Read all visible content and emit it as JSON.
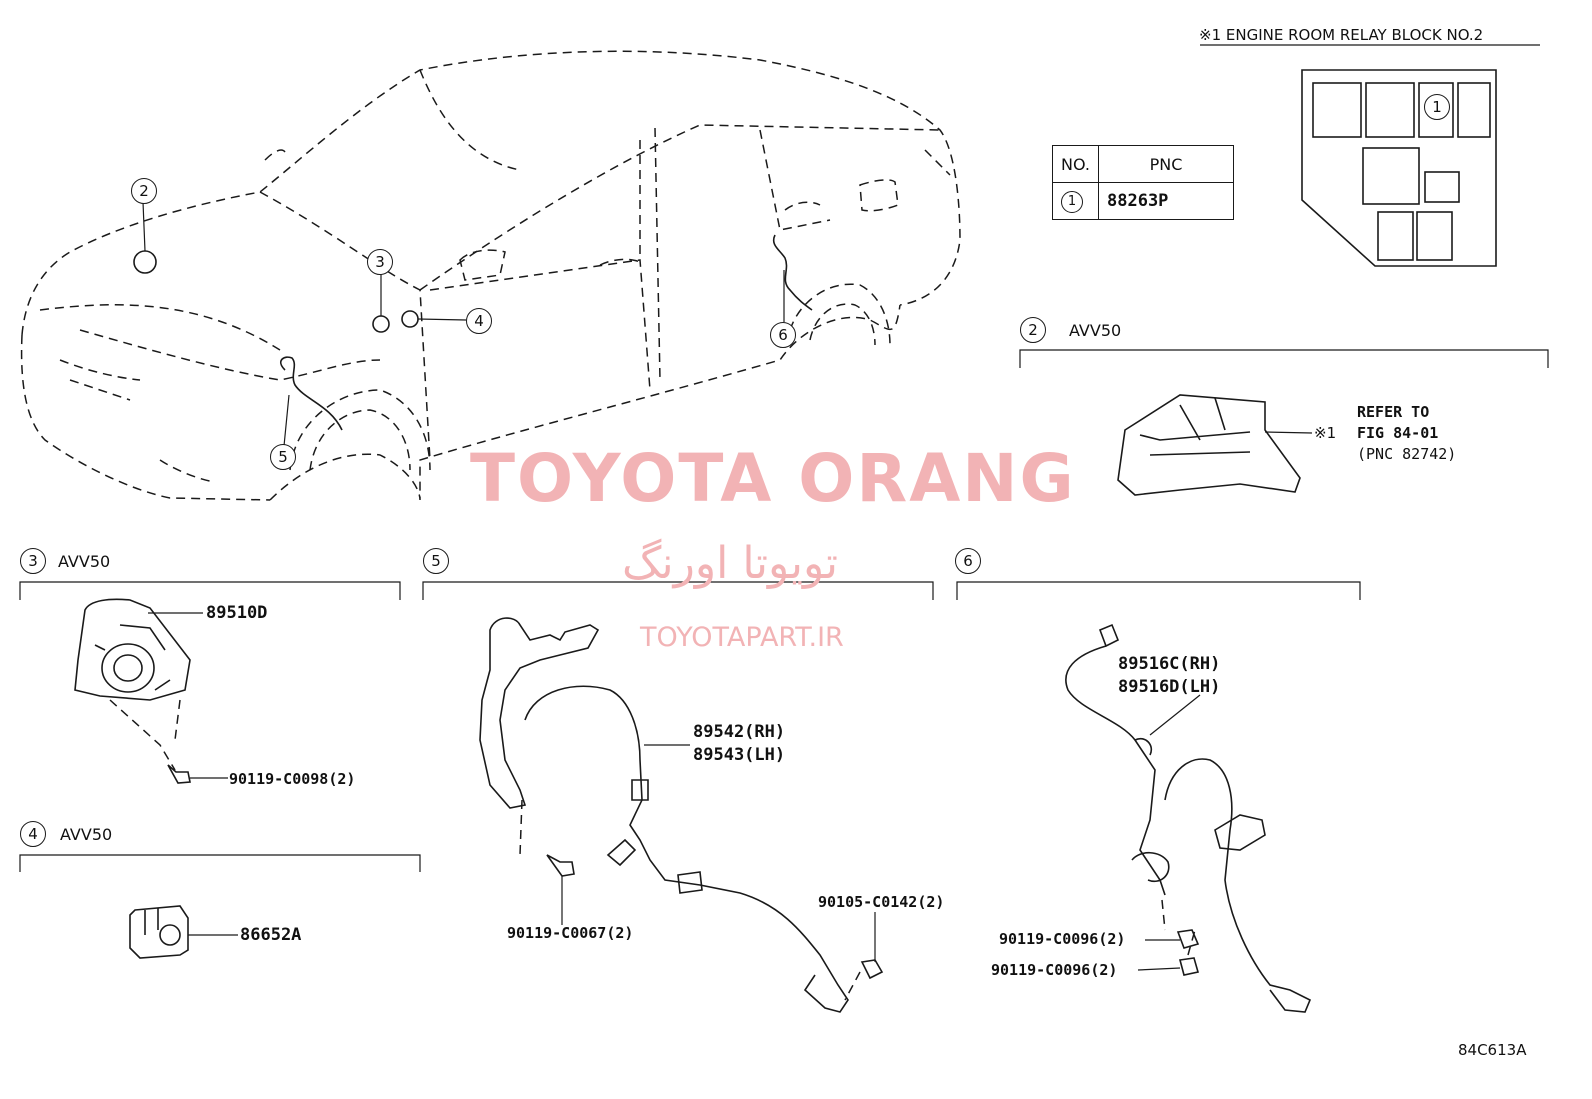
{
  "relay_block": {
    "marker": "※1",
    "title": "ENGINE ROOM RELAY BLOCK NO.2",
    "slot_number": "1"
  },
  "pnc_table": {
    "col_no": "NO.",
    "col_pnc": "PNC",
    "row_no": "1",
    "row_pnc": "88263P"
  },
  "car_callouts": [
    "2",
    "3",
    "4",
    "5",
    "6"
  ],
  "section_2": {
    "number": "2",
    "model": "AVV50",
    "refer_line1": "REFER TO",
    "refer_marker": "※1",
    "refer_line2": "FIG 84-01",
    "refer_line3": "(PNC 82742)"
  },
  "section_3": {
    "number": "3",
    "model": "AVV50",
    "part_main": "89510D",
    "part_bolt": "90119-C0098(2)"
  },
  "section_4": {
    "number": "4",
    "model": "AVV50",
    "part_main": "86652A"
  },
  "section_5": {
    "number": "5",
    "part_rh": "89542(RH)",
    "part_lh": "89543(LH)",
    "part_bolt_a": "90119-C0067(2)",
    "part_bolt_b": "90105-C0142(2)"
  },
  "section_6": {
    "number": "6",
    "part_rh": "89516C(RH)",
    "part_lh": "89516D(LH)",
    "part_bolt_a": "90119-C0096(2)",
    "part_bolt_b": "90119-C0096(2)"
  },
  "watermark": {
    "line1": "TOYOTA ORANG",
    "line2": "تویوتا اورنگ",
    "line3": "TOYOTAPART.IR"
  },
  "figure_code": "84C613A"
}
